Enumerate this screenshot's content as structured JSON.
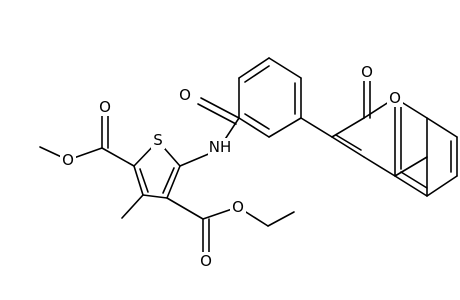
{
  "molecule": {
    "labels": {
      "sulfur": "S",
      "amide_nh": "NH",
      "amide_o": "O",
      "ester_a_carbonyl_o": "O",
      "ester_a_ether_o": "O",
      "ester_b_carbonyl_o": "O",
      "ester_b_ether_o": "O",
      "coumarin_carbonyl_o": "O",
      "coumarin_ring_o": "O"
    },
    "colors": {
      "ink": "#000000",
      "background": "#ffffff"
    }
  }
}
